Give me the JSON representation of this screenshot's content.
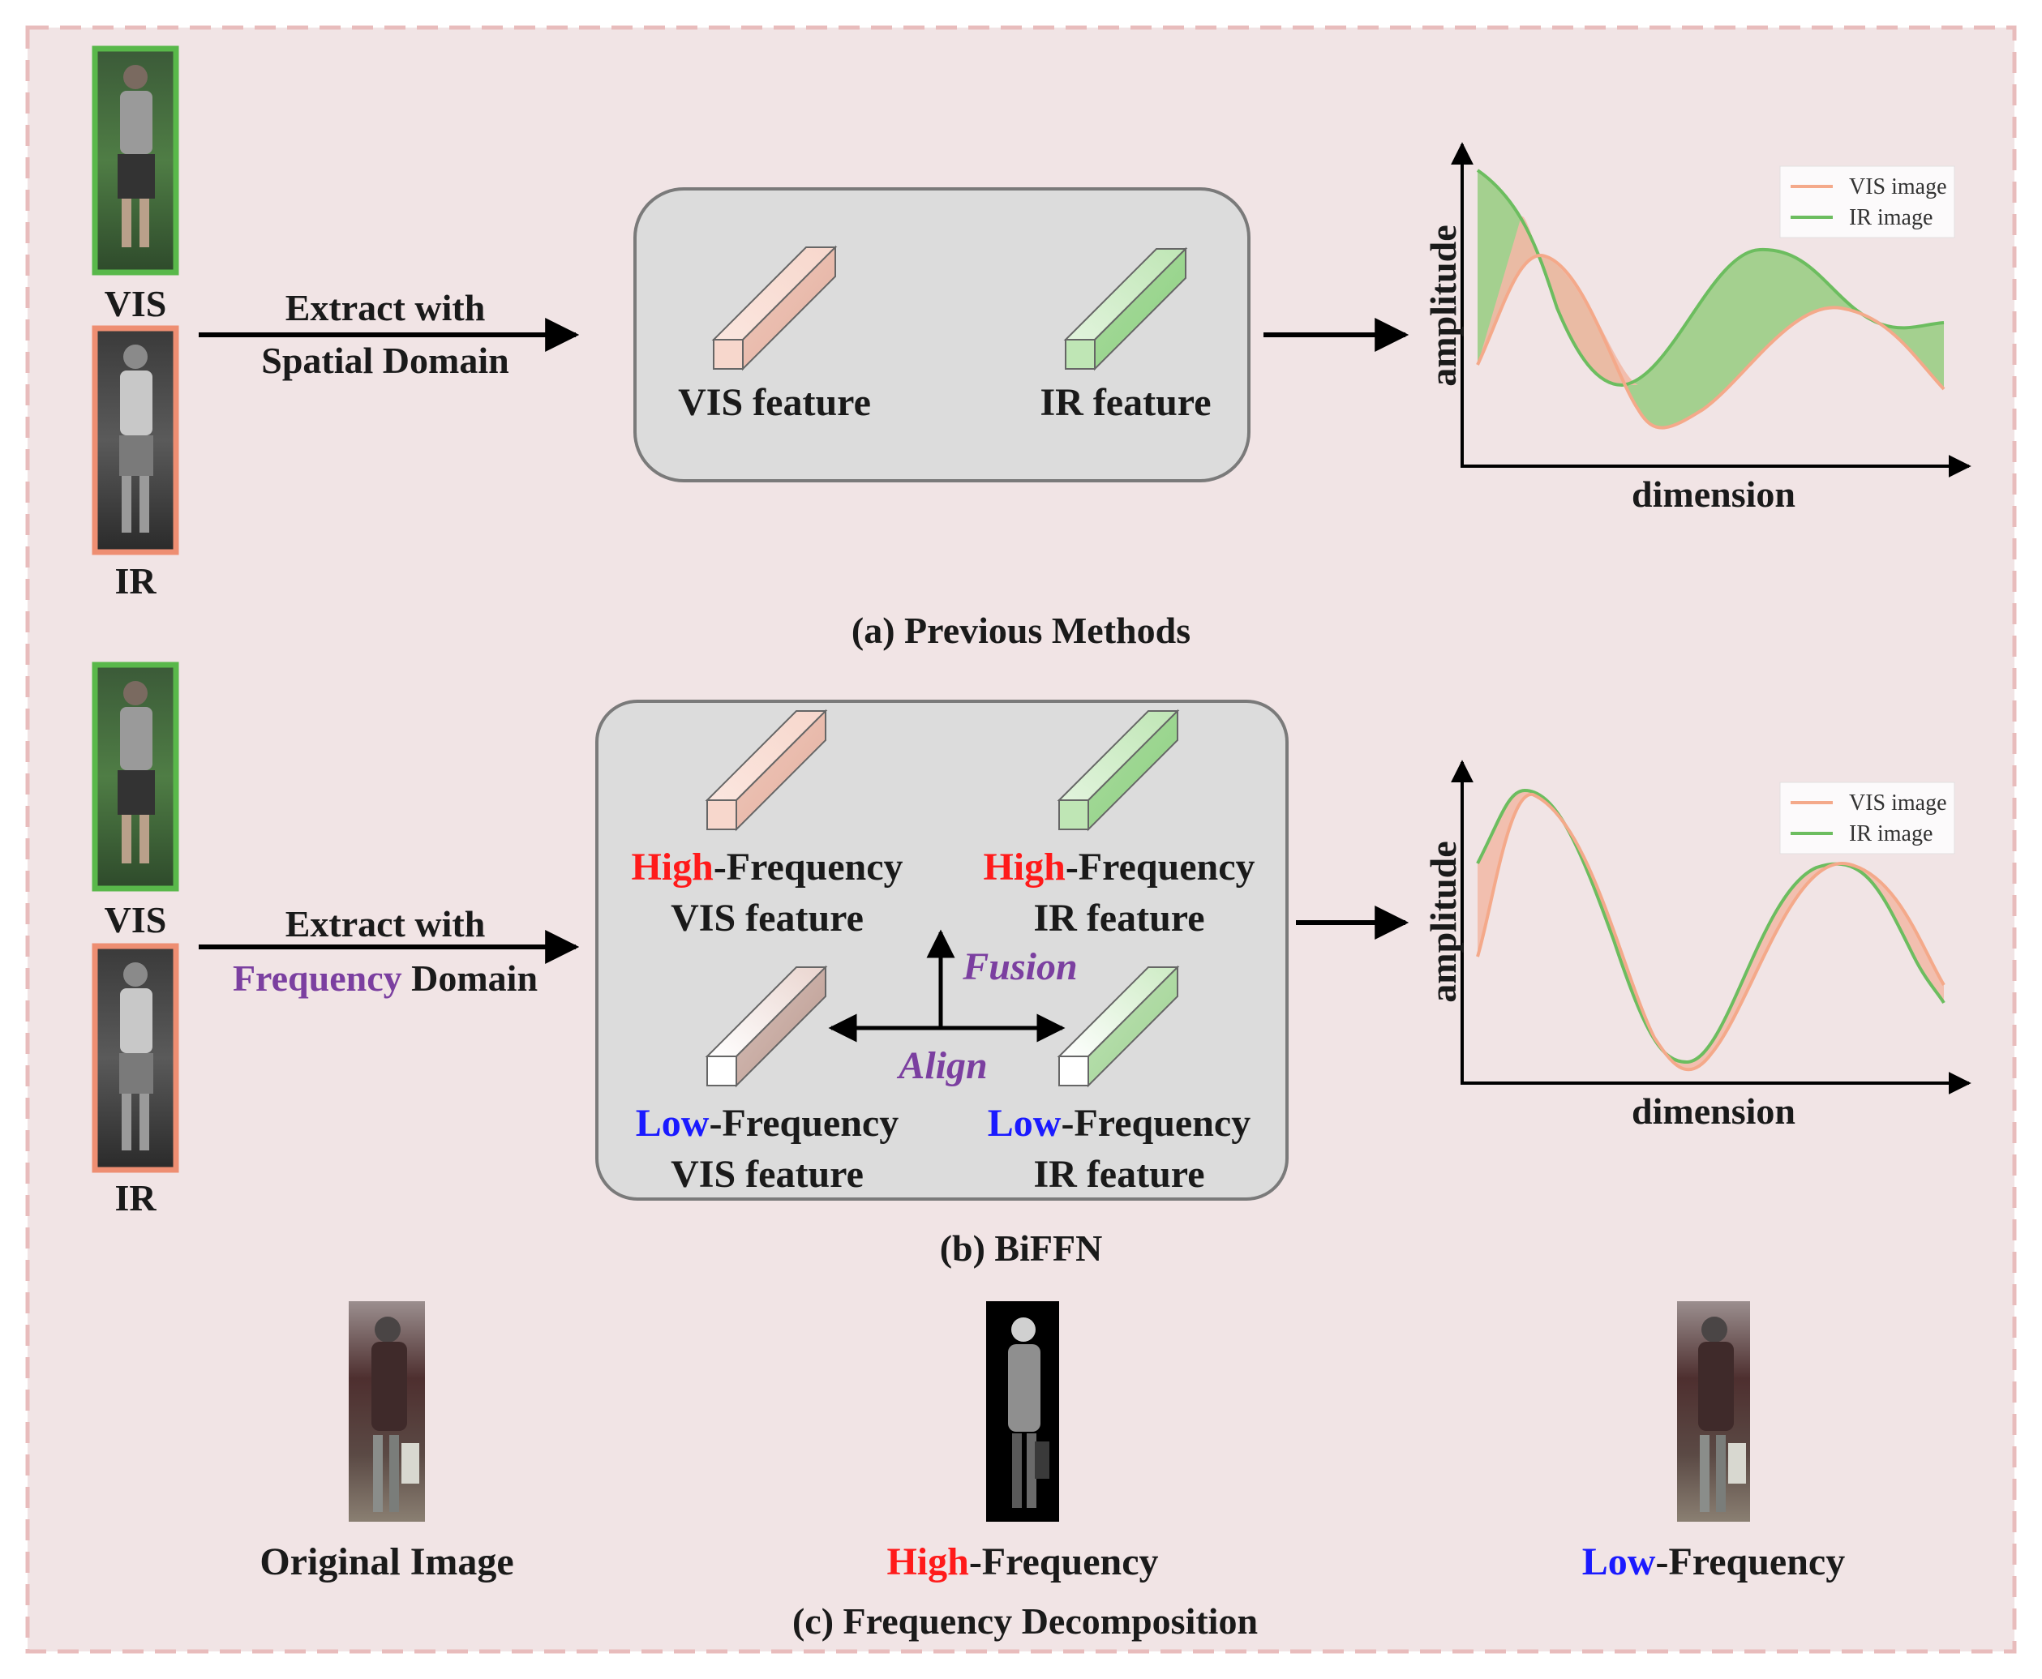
{
  "colors": {
    "background": "#f1e4e5",
    "dashed_border": "#e8bcbc",
    "panel_fill": "#dcdcdc",
    "panel_stroke": "#7a7a7a",
    "vis_curve": "#f4a98a",
    "ir_curve": "#6cbd5f",
    "ir_fill": "#9fcf8a",
    "vis_fill": "#f2b8a6",
    "vis_cube": "#f7d7cc",
    "ir_cube": "#bfe6b5",
    "vis_frame": "#ee8e72",
    "ir_frame": "#59b84a",
    "high_word": "#ff1a1a",
    "low_word": "#1a1aff",
    "purple_word": "#7b3fa0"
  },
  "section_a": {
    "vis_label": "VIS",
    "ir_label": "IR",
    "arrow_line1": "Extract with",
    "arrow_line2": "Spatial Domain",
    "vis_feature": "VIS feature",
    "ir_feature": "IR feature",
    "caption": "(a) Previous Methods",
    "y_axis": "amplitude",
    "x_axis": "dimension",
    "legend_vis": "VIS image",
    "legend_ir": "IR image"
  },
  "section_b": {
    "vis_label": "VIS",
    "ir_label": "IR",
    "arrow_line1": "Extract with",
    "arrow_word_colored": "Frequency",
    "arrow_word_rest": " Domain",
    "high_word": "High",
    "low_word": "Low",
    "freq_suffix": "-Frequency",
    "vis_feature": "VIS feature",
    "ir_feature": "IR feature",
    "fusion": "Fusion",
    "align": "Align",
    "caption": "(b) BiFFN",
    "y_axis": "amplitude",
    "x_axis": "dimension",
    "legend_vis": "VIS image",
    "legend_ir": "IR image"
  },
  "section_c": {
    "original": "Original Image",
    "high_word": "High",
    "low_word": "Low",
    "freq_suffix": "-Frequency",
    "caption": "(c) Frequency Decomposition"
  }
}
